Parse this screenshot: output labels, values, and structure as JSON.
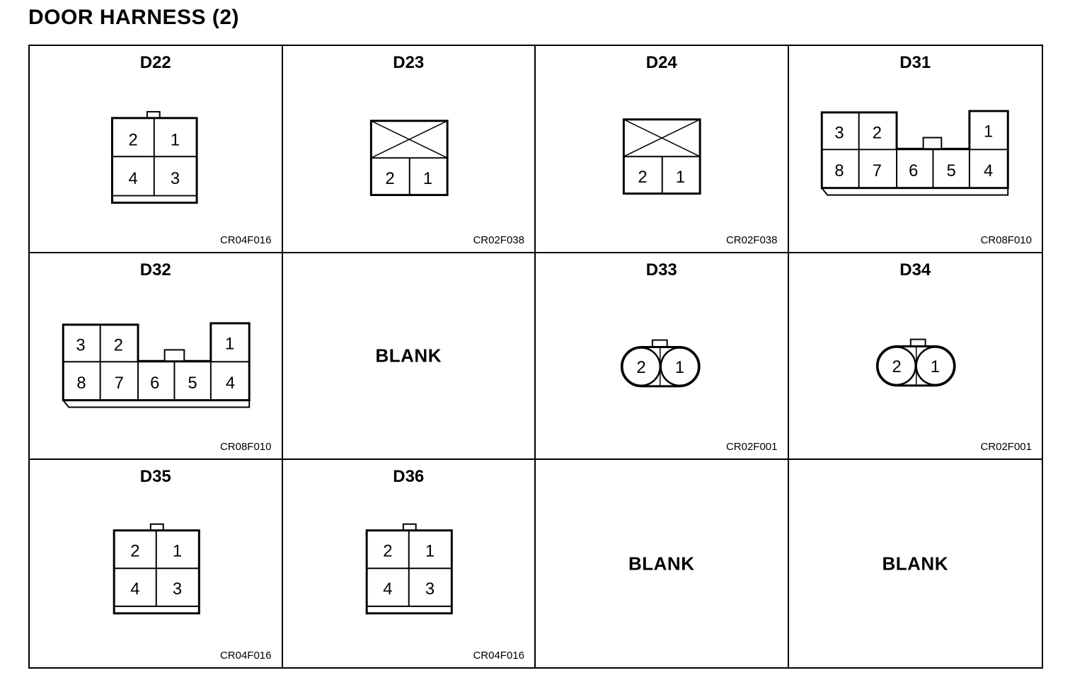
{
  "title": "DOOR HARNESS (2)",
  "cells": [
    {
      "name": "D22",
      "type": "4pin",
      "pins": [
        "2",
        "1",
        "4",
        "3"
      ],
      "code": "CR04F016"
    },
    {
      "name": "D23",
      "type": "2pin-x",
      "pins": [
        "2",
        "1"
      ],
      "code": "CR02F038"
    },
    {
      "name": "D24",
      "type": "2pin-x",
      "pins": [
        "2",
        "1"
      ],
      "code": "CR02F038"
    },
    {
      "name": "D31",
      "type": "8pin",
      "pins": [
        "3",
        "2",
        "1",
        "8",
        "7",
        "6",
        "5",
        "4"
      ],
      "code": "CR08F010"
    },
    {
      "name": "D32",
      "type": "8pin",
      "pins": [
        "3",
        "2",
        "1",
        "8",
        "7",
        "6",
        "5",
        "4"
      ],
      "code": "CR08F010"
    },
    {
      "name": "",
      "type": "blank",
      "label": "BLANK"
    },
    {
      "name": "D33",
      "type": "2pin-round",
      "pins": [
        "2",
        "1"
      ],
      "code": "CR02F001"
    },
    {
      "name": "D34",
      "type": "2pin-round",
      "pins": [
        "2",
        "1"
      ],
      "code": "CR02F001"
    },
    {
      "name": "D35",
      "type": "4pin",
      "pins": [
        "2",
        "1",
        "4",
        "3"
      ],
      "code": "CR04F016"
    },
    {
      "name": "D36",
      "type": "4pin",
      "pins": [
        "2",
        "1",
        "4",
        "3"
      ],
      "code": "CR04F016"
    },
    {
      "name": "",
      "type": "blank",
      "label": "BLANK"
    },
    {
      "name": "",
      "type": "blank",
      "label": "BLANK"
    }
  ]
}
